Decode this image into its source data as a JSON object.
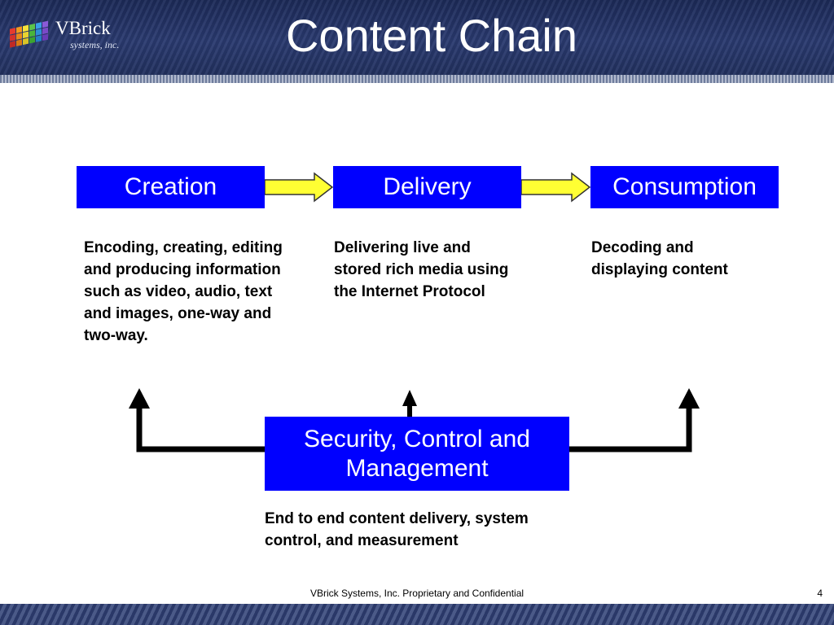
{
  "slide": {
    "title": "Content Chain",
    "footer": "VBrick Systems, Inc. Proprietary and Confidential",
    "page_number": "4"
  },
  "logo": {
    "brand": "VBrick",
    "sub": "systems, inc."
  },
  "stages": [
    {
      "label": "Creation",
      "description": "Encoding, creating, editing and producing information such as video, audio, text and images, one-way and two-way."
    },
    {
      "label": "Delivery",
      "description": "Delivering live and stored rich media using the Internet Protocol"
    },
    {
      "label": "Consumption",
      "description": "Decoding and displaying content"
    }
  ],
  "management": {
    "label": "Security, Control and Management",
    "description": "End to end content delivery, system control, and measurement"
  },
  "colors": {
    "box": "#0000ff",
    "arrow_fill": "#ffff33",
    "header": "#22315f"
  }
}
